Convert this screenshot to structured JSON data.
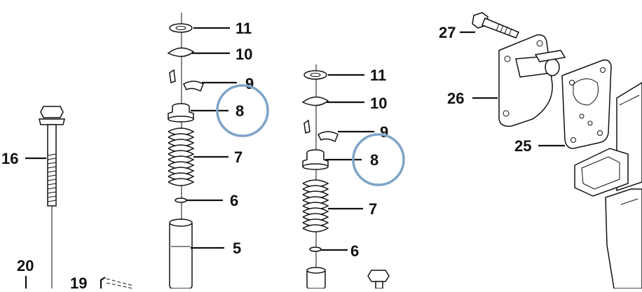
{
  "callouts": {
    "c16": "16",
    "c20": "20",
    "c19": "19",
    "c11a": "11",
    "c10a": "10",
    "c9a": "9",
    "c8a": "8",
    "c7a": "7",
    "c6a": "6",
    "c5a": "5",
    "c11b": "11",
    "c10b": "10",
    "c9b": "9",
    "c8b": "8",
    "c7b": "7",
    "c6b": "6",
    "c27": "27",
    "c26": "26",
    "c25": "25"
  },
  "highlight_color": "#7ea4c8"
}
